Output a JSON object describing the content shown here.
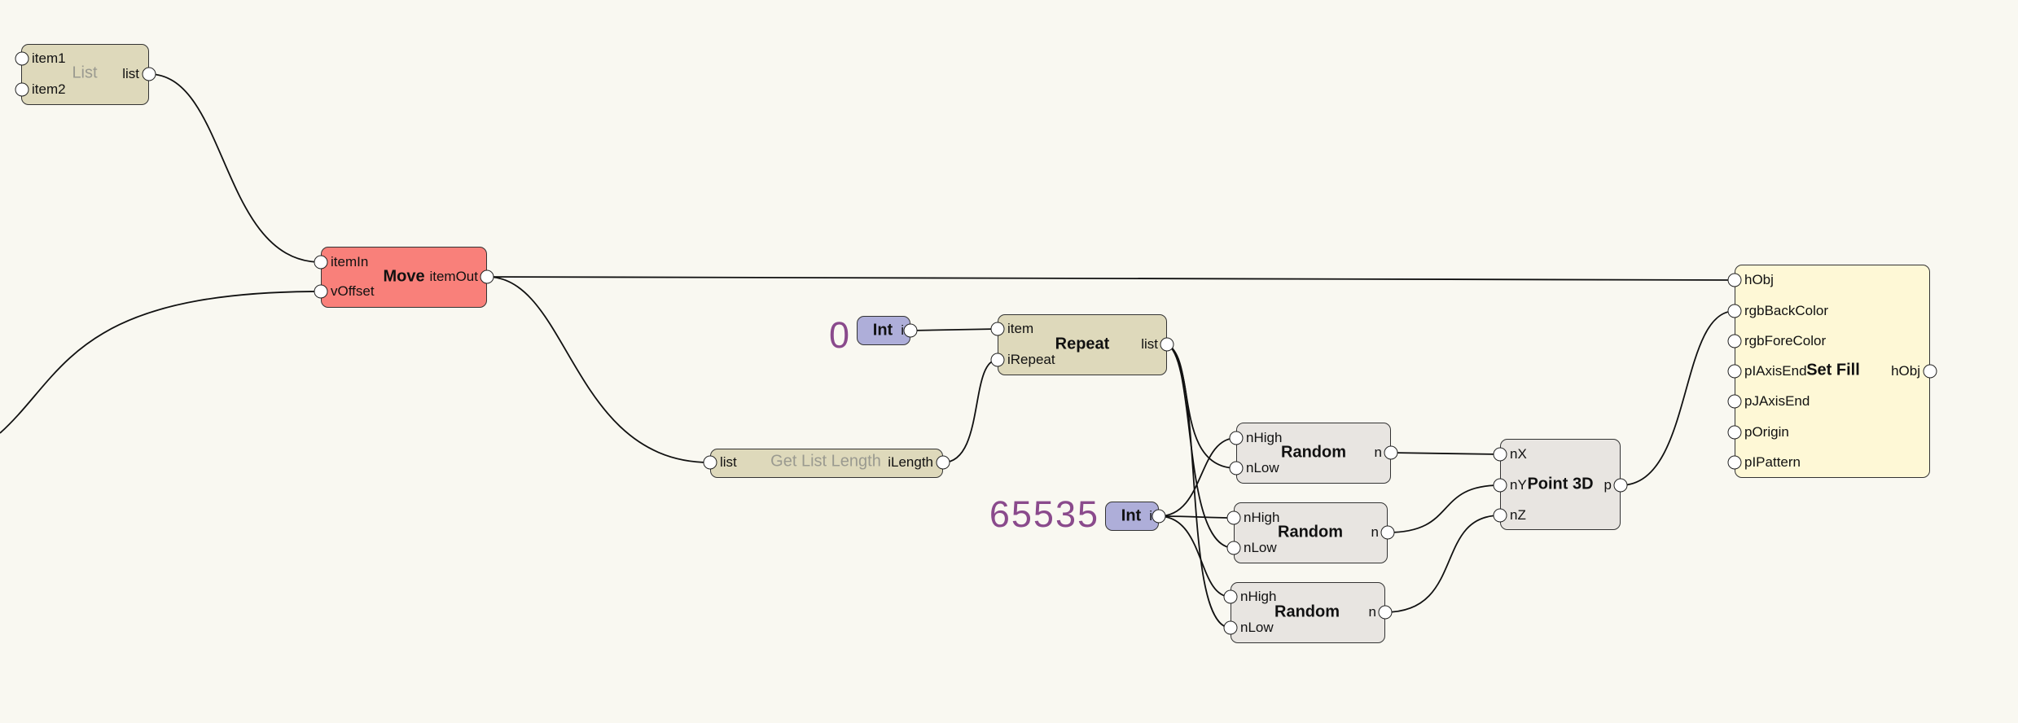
{
  "nodes": {
    "list": {
      "title": "List",
      "in1": "item1",
      "in2": "item2",
      "out": "list"
    },
    "move": {
      "title": "Move",
      "in1": "itemIn",
      "in2": "vOffset",
      "out": "itemOut"
    },
    "int0": {
      "title": "Int",
      "out": "i",
      "value": "0"
    },
    "repeat": {
      "title": "Repeat",
      "in1": "item",
      "in2": "iRepeat",
      "out": "list"
    },
    "get_list_length": {
      "title": "Get List Length",
      "in1": "list",
      "out": "iLength"
    },
    "int65535": {
      "title": "Int",
      "out": "i",
      "value": "65535"
    },
    "random1": {
      "title": "Random",
      "in1": "nHigh",
      "in2": "nLow",
      "out": "n"
    },
    "random2": {
      "title": "Random",
      "in1": "nHigh",
      "in2": "nLow",
      "out": "n"
    },
    "random3": {
      "title": "Random",
      "in1": "nHigh",
      "in2": "nLow",
      "out": "n"
    },
    "point3d": {
      "title": "Point 3D",
      "in1": "nX",
      "in2": "nY",
      "in3": "nZ",
      "out": "p"
    },
    "set_fill": {
      "title": "Set Fill",
      "in1": "hObj",
      "in2": "rgbBackColor",
      "in3": "rgbForeColor",
      "in4": "pIAxisEnd",
      "in5": "pJAxisEnd",
      "in6": "pOrigin",
      "in7": "pIPattern",
      "out": "hObj"
    }
  },
  "colors": {
    "canvas": "#f9f8f1",
    "data_node": "#ded9bb",
    "move_node": "#f9807a",
    "op_node": "#e8e5e1",
    "set_fill_node": "#fef8d6",
    "int_node": "#aeaed9",
    "value_text": "#8a4a8c"
  }
}
